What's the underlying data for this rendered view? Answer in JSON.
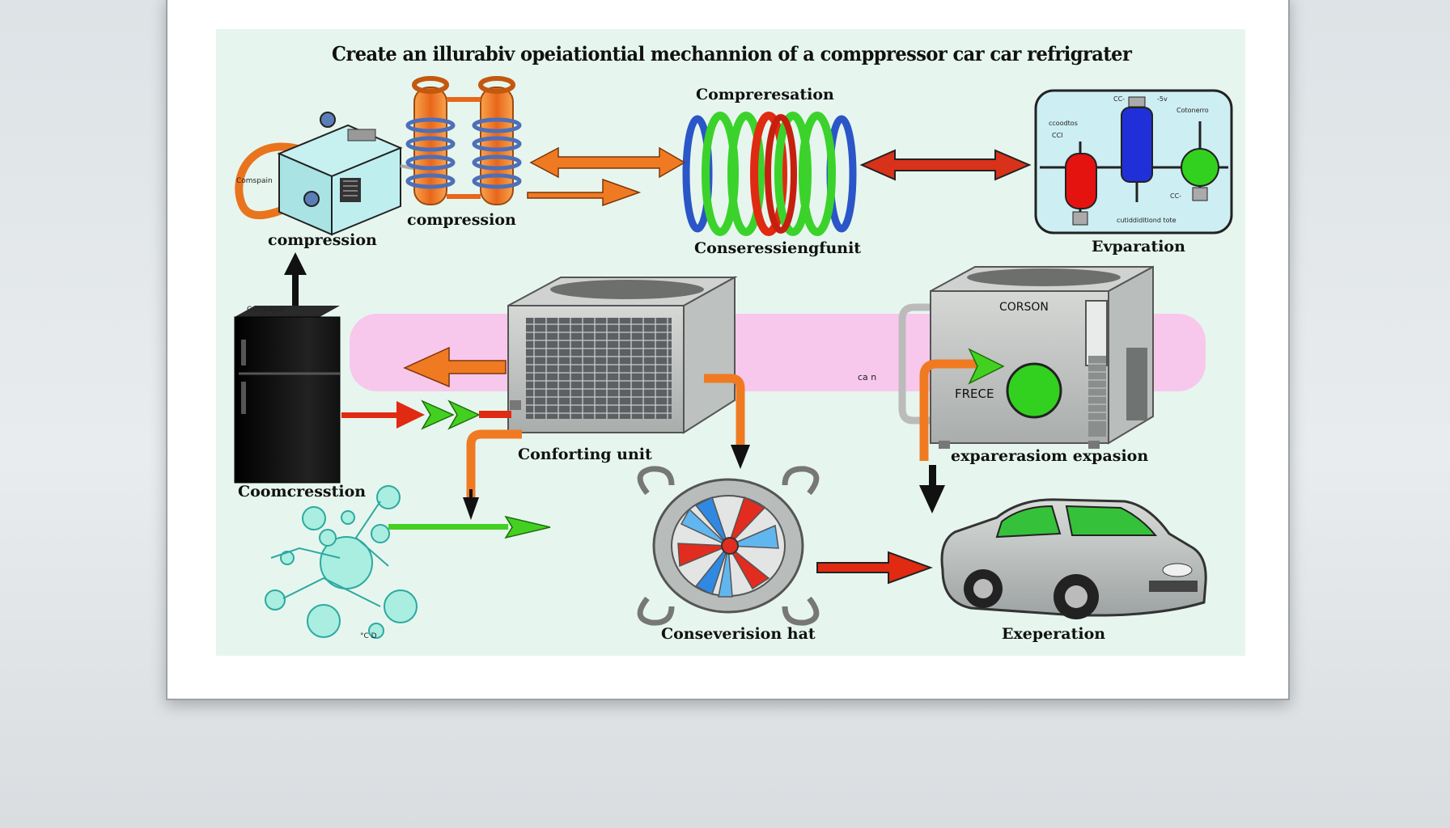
{
  "title": "Create an illurabiv opeiationtial mechannion  of a comppressor car car refrigrater",
  "labels": {
    "compression_left": "compression",
    "compression_coil": "compression",
    "compresreation": "Compreresation",
    "conseressiengunit": "Conseressiengfunit",
    "evaporation_top": "Evparation",
    "condensing_unit": "Conforting unit",
    "comcresstion": "Coomcresstion",
    "conversion_hat": "Conseverision hat",
    "expansion": "exparerasiom expasion",
    "exporation_bottom": "Exeperation",
    "corson": "CORSON",
    "frece": "FRECE",
    "car_tag": "ca n",
    "fridge_tag": "Compepal",
    "compressor_tag": "Comspain",
    "evap_panel_tl": "ccoodtos",
    "evap_panel_tl2": "CCI",
    "evap_panel_top": "CC-",
    "evap_panel_top2": "‑5v",
    "evap_panel_tr": "Cotonerro",
    "evap_panel_co": "CC-",
    "evap_panel_bottom": "cutiddiditiond tote",
    "molecule_tag": "°C D"
  },
  "colors": {
    "canvas": "#e6f6ee",
    "orange_arrow": "#f07a22",
    "red_arrow": "#e02a12",
    "green_arrow": "#44d020",
    "pink_band": "#f7c8ec",
    "coil_orange": "#ef7b25"
  }
}
